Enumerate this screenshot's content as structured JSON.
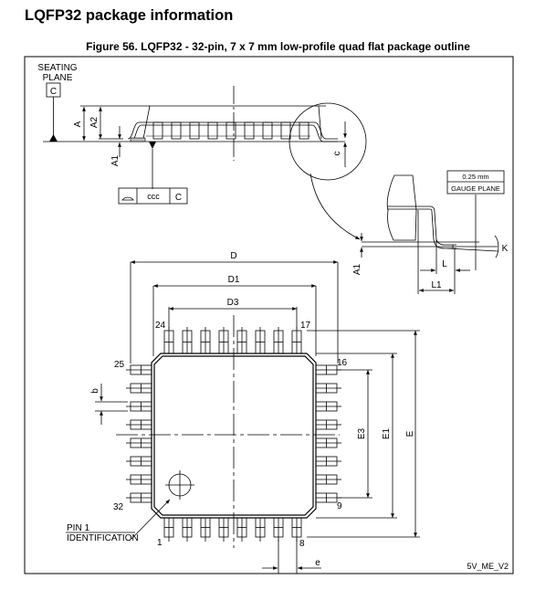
{
  "section_title": "LQFP32 package information",
  "figure": {
    "caption": "Figure 56. LQFP32 - 32-pin, 7 x 7 mm low-profile quad flat package outline",
    "reference_code": "5V_ME_V2"
  },
  "side_view": {
    "seating_plane_label_line1": "SEATING",
    "seating_plane_label_line2": "PLANE",
    "datum": "C",
    "dimensions": {
      "A": "A",
      "A2": "A2",
      "A1": "A1",
      "c": "c"
    },
    "tolerance_frame": {
      "symbol": "profile-of-surface",
      "value": "ccc",
      "datum": "C"
    }
  },
  "detail_view": {
    "gauge_value": "0.25 mm",
    "gauge_label": "GAUGE PLANE",
    "dimensions": {
      "A1": "A1",
      "L": "L",
      "L1": "L1",
      "K": "K"
    }
  },
  "top_view": {
    "dimensions": {
      "D": "D",
      "D1": "D1",
      "D3": "D3",
      "E": "E",
      "E1": "E1",
      "E3": "E3",
      "b": "b",
      "e": "e"
    },
    "pin_labels": {
      "p1": "1",
      "p8": "8",
      "p9": "9",
      "p16": "16",
      "p17": "17",
      "p24": "24",
      "p25": "25",
      "p32": "32"
    },
    "pin1_label_line1": "PIN 1",
    "pin1_label_line2": "IDENTIFICATION",
    "pins_per_side": 8,
    "total_pins": 32
  }
}
